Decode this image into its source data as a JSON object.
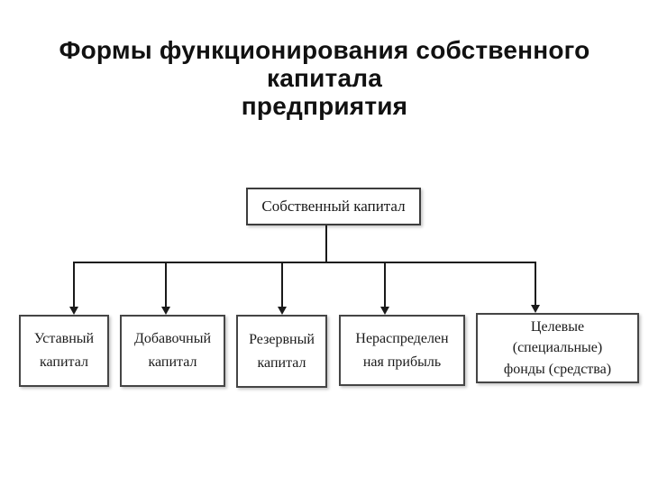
{
  "slide": {
    "title": "Формы функционирования собственного капитала\nпредприятия"
  },
  "diagram": {
    "root": {
      "label": "Собственный капитал"
    },
    "children": [
      {
        "label": "Уставный\nкапитал"
      },
      {
        "label": "Добавочный\nкапитал"
      },
      {
        "label": "Резервный\nкапитал"
      },
      {
        "label": "Нераспределен\nная прибыль"
      },
      {
        "label": "Целевые\n(специальные)\nфонды (средства)"
      }
    ]
  },
  "colors": {
    "background": "#ffffff",
    "title_text": "#111111",
    "box_text": "#1a1a1a",
    "box_border": "#454545",
    "connector_line": "#1a1a1a"
  }
}
